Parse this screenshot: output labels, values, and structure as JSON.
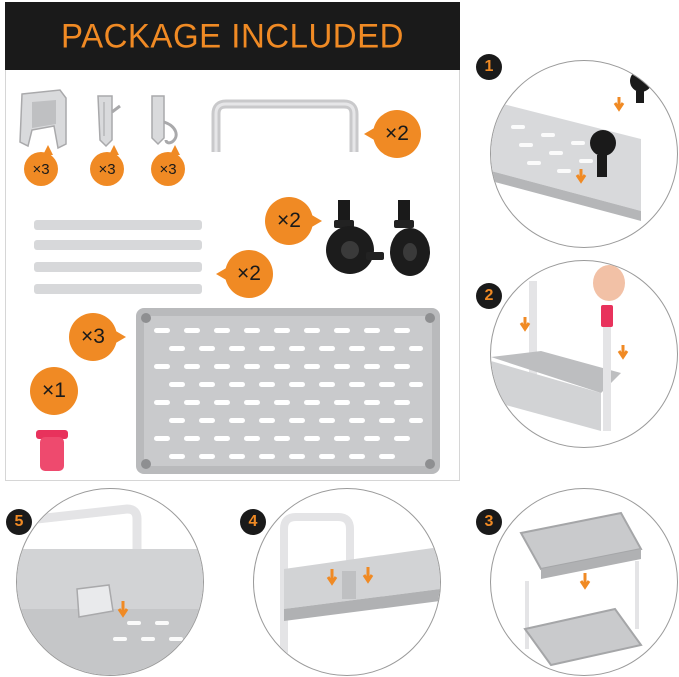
{
  "header": {
    "title": "PACKAGE INCLUDED"
  },
  "parts": {
    "clip_qty": "×3",
    "hook_a_qty": "×3",
    "hook_b_qty": "×3",
    "handle_qty": "×2",
    "wheel_qty": "×2",
    "rod_qty": "×2",
    "shelf_qty": "×3",
    "cap_qty": "×1"
  },
  "steps": {
    "one": "1",
    "two": "2",
    "three": "3",
    "four": "4",
    "five": "5"
  },
  "colors": {
    "accent": "#f08a24",
    "dark": "#1a1a1a",
    "plastic_gray": "#c9c9cb",
    "cap_pink": "#e8325c"
  }
}
